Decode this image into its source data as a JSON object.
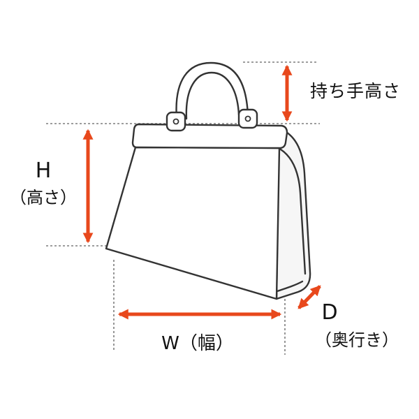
{
  "labels": {
    "handle_height": "持ち手高さ",
    "height_letter": "H",
    "height_sub": "（高さ）",
    "width": "W（幅）",
    "depth_letter": "D",
    "depth_sub": "（奥行き）"
  },
  "colors": {
    "arrow": "#e8481c",
    "outline": "#333333",
    "guide": "#7d7d7d",
    "background": "#ffffff"
  }
}
